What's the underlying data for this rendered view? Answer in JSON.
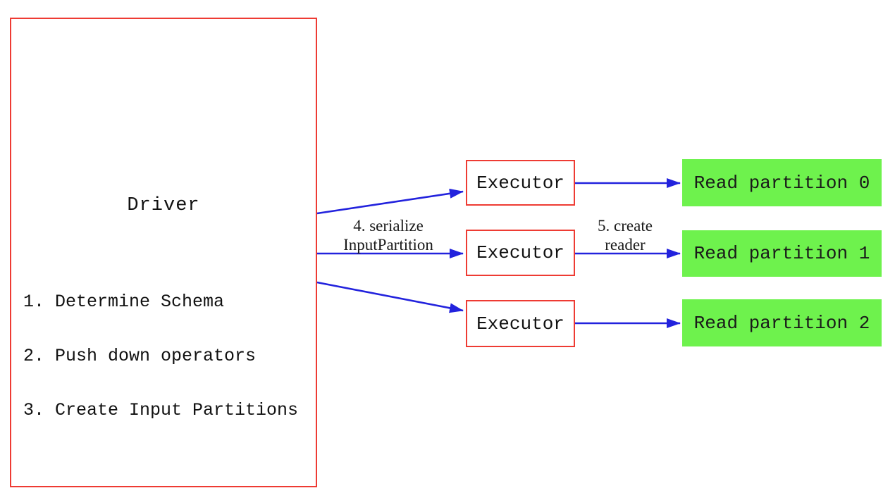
{
  "diagram": {
    "driver": {
      "title": "Driver",
      "steps": [
        "1. Determine Schema",
        "2. Push down operators",
        "3. Create Input Partitions"
      ]
    },
    "executors": [
      {
        "label": "Executor"
      },
      {
        "label": "Executor"
      },
      {
        "label": "Executor"
      }
    ],
    "partitions": [
      {
        "label": "Read partition 0"
      },
      {
        "label": "Read partition 1"
      },
      {
        "label": "Read partition 2"
      }
    ],
    "arrow_labels": {
      "serialize_line1": "4. serialize",
      "serialize_line2": "InputPartition",
      "reader_line1": "5. create",
      "reader_line2": "reader"
    },
    "colors": {
      "box_border_red": "#ee3b33",
      "arrow_blue": "#2222dd",
      "partition_green": "#6ef24d",
      "text_black": "#111111",
      "background": "#ffffff"
    }
  }
}
